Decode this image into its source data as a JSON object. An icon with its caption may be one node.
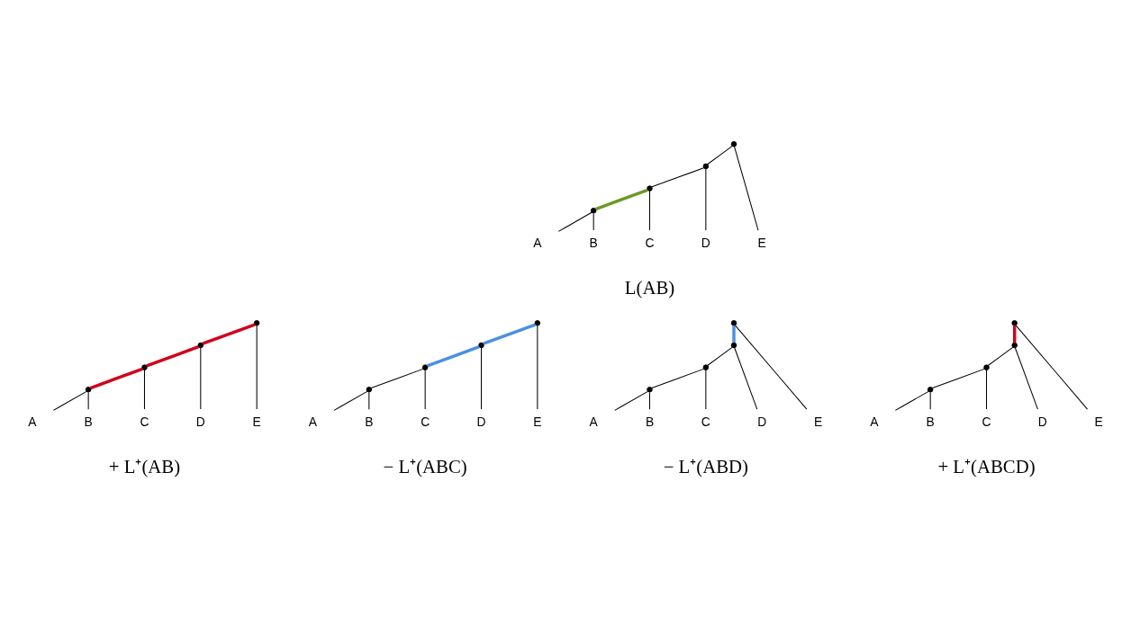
{
  "diagram": {
    "nodes": [
      {
        "text": [],
        "shape": "point"
      },
      {
        "text": [],
        "shape": "point"
      },
      {
        "text": [],
        "shape": "point"
      },
      {
        "text": [],
        "shape": "point"
      },
      {
        "text": [
          "A"
        ]
      },
      {
        "text": [
          "B"
        ]
      },
      {
        "text": [
          "C"
        ]
      },
      {
        "text": [
          "D"
        ]
      },
      {
        "text": [
          "E"
        ]
      },
      {
        "text": [],
        "shape": "point"
      },
      {
        "text": [],
        "shape": "point"
      },
      {
        "text": [],
        "shape": "point"
      },
      {
        "text": [],
        "shape": "point"
      },
      {
        "text": [
          "A"
        ]
      },
      {
        "text": [
          "B"
        ]
      },
      {
        "text": [
          "C"
        ]
      },
      {
        "text": [
          "D"
        ]
      },
      {
        "text": [
          "E"
        ]
      },
      {
        "text": [],
        "shape": "point"
      },
      {
        "text": [],
        "shape": "point"
      },
      {
        "text": [],
        "shape": "point"
      },
      {
        "text": [],
        "shape": "point"
      },
      {
        "text": [
          "A"
        ]
      },
      {
        "text": [
          "B"
        ]
      },
      {
        "text": [
          "C"
        ]
      },
      {
        "text": [
          "D"
        ]
      },
      {
        "text": [
          "E"
        ]
      },
      {
        "text": [],
        "shape": "point"
      },
      {
        "text": [],
        "shape": "point"
      },
      {
        "text": [],
        "shape": "point"
      },
      {
        "text": [],
        "shape": "point"
      },
      {
        "text": [
          "A"
        ]
      },
      {
        "text": [
          "B"
        ]
      },
      {
        "text": [
          "C"
        ]
      },
      {
        "text": [
          "D"
        ]
      },
      {
        "text": [
          "E"
        ]
      },
      {
        "text": [],
        "shape": "point"
      },
      {
        "text": [],
        "shape": "point"
      },
      {
        "text": [],
        "shape": "point"
      },
      {
        "text": [],
        "shape": "point"
      },
      {
        "text": [
          "A"
        ]
      },
      {
        "text": [
          "B"
        ]
      },
      {
        "text": [
          "C"
        ]
      },
      {
        "text": [
          "D"
        ]
      },
      {
        "text": [
          "E"
        ]
      }
    ],
    "edges": [
      {
        "from": 0,
        "to": 1,
        "arrow": "none"
      },
      {
        "from": 0,
        "to": 8,
        "arrow": "none"
      },
      {
        "from": 1,
        "to": 2,
        "arrow": "none"
      },
      {
        "from": 1,
        "to": 7,
        "arrow": "none"
      },
      {
        "from": 2,
        "to": 3,
        "arrow": "none",
        "style": "thick",
        "color": "#6b9a2a"
      },
      {
        "from": 2,
        "to": 6,
        "arrow": "none"
      },
      {
        "from": 3,
        "to": 4,
        "arrow": "none"
      },
      {
        "from": 3,
        "to": 5,
        "arrow": "none"
      },
      {
        "from": 9,
        "to": 10,
        "arrow": "none",
        "style": "thick",
        "color": "#d0021b"
      },
      {
        "from": 9,
        "to": 17,
        "arrow": "none"
      },
      {
        "from": 10,
        "to": 11,
        "arrow": "none",
        "style": "thick",
        "color": "#d0021b"
      },
      {
        "from": 10,
        "to": 16,
        "arrow": "none"
      },
      {
        "from": 11,
        "to": 12,
        "arrow": "none",
        "style": "thick",
        "color": "#d0021b"
      },
      {
        "from": 11,
        "to": 15,
        "arrow": "none"
      },
      {
        "from": 12,
        "to": 13,
        "arrow": "none"
      },
      {
        "from": 12,
        "to": 14,
        "arrow": "none"
      },
      {
        "from": 18,
        "to": 19,
        "arrow": "none",
        "style": "thick",
        "color": "#4a90e2"
      },
      {
        "from": 18,
        "to": 26,
        "arrow": "none"
      },
      {
        "from": 19,
        "to": 20,
        "arrow": "none",
        "style": "thick",
        "color": "#4a90e2"
      },
      {
        "from": 19,
        "to": 25,
        "arrow": "none"
      },
      {
        "from": 20,
        "to": 21,
        "arrow": "none"
      },
      {
        "from": 20,
        "to": 24,
        "arrow": "none"
      },
      {
        "from": 21,
        "to": 22,
        "arrow": "none"
      },
      {
        "from": 21,
        "to": 23,
        "arrow": "none"
      },
      {
        "from": 27,
        "to": 28,
        "arrow": "none",
        "style": "thick",
        "color": "#4a90e2"
      },
      {
        "from": 27,
        "to": 35,
        "arrow": "none"
      },
      {
        "from": 28,
        "to": 29,
        "arrow": "none"
      },
      {
        "from": 28,
        "to": 34,
        "arrow": "none"
      },
      {
        "from": 29,
        "to": 30,
        "arrow": "none"
      },
      {
        "from": 29,
        "to": 33,
        "arrow": "none"
      },
      {
        "from": 30,
        "to": 31,
        "arrow": "none"
      },
      {
        "from": 30,
        "to": 32,
        "arrow": "none"
      },
      {
        "from": 36,
        "to": 37,
        "arrow": "none",
        "style": "thick",
        "color": "#d0021b"
      },
      {
        "from": 36,
        "to": 44,
        "arrow": "none"
      },
      {
        "from": 37,
        "to": 38,
        "arrow": "none"
      },
      {
        "from": 37,
        "to": 43,
        "arrow": "none"
      },
      {
        "from": 38,
        "to": 39,
        "arrow": "none"
      },
      {
        "from": 38,
        "to": 42,
        "arrow": "none"
      },
      {
        "from": 39,
        "to": 40,
        "arrow": "none"
      },
      {
        "from": 39,
        "to": 41,
        "arrow": "none"
      }
    ],
    "labels": [
      "L(AB)",
      "+ L⁺(AB)",
      "− L⁺(ABC)",
      "− L⁺(ABD)",
      "+ L⁺(ABCD)"
    ]
  }
}
